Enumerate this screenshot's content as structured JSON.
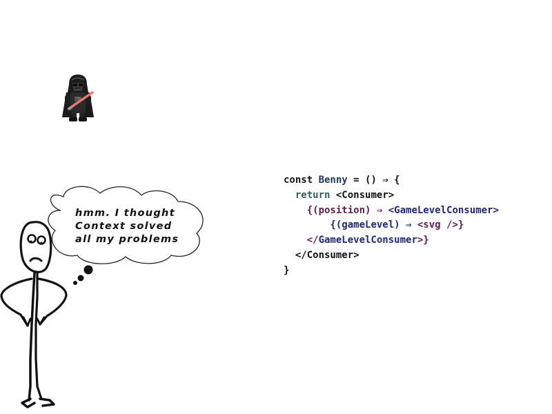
{
  "thought_bubble": {
    "lines": [
      "hmm. I thought",
      "Context solved",
      "all my problems"
    ]
  },
  "code": {
    "lines": [
      {
        "indent": "",
        "tokens": [
          {
            "text": "const ",
            "kind": "plain"
          },
          {
            "text": "Benny",
            "kind": "ident"
          },
          {
            "text": " = () ⇒ {",
            "kind": "plain"
          }
        ]
      },
      {
        "indent": "  ",
        "tokens": [
          {
            "text": "return",
            "kind": "keyword"
          },
          {
            "text": " <Consumer>",
            "kind": "plain"
          }
        ]
      },
      {
        "indent": "    ",
        "tokens": [
          {
            "text": "{(position) ⇒ ",
            "kind": "purple"
          },
          {
            "text": "<GameLevelConsumer>",
            "kind": "navy"
          }
        ]
      },
      {
        "indent": "        ",
        "tokens": [
          {
            "text": "{(gameLevel) ⇒ ",
            "kind": "navy"
          },
          {
            "text": "<svg />}",
            "kind": "purple"
          }
        ]
      },
      {
        "indent": "    ",
        "tokens": [
          {
            "text": "</",
            "kind": "purple"
          },
          {
            "text": "GameLevelConsumer",
            "kind": "navy"
          },
          {
            "text": ">}",
            "kind": "purple"
          }
        ]
      },
      {
        "indent": "  ",
        "tokens": [
          {
            "text": "</Consumer>",
            "kind": "plain"
          }
        ]
      },
      {
        "indent": "",
        "tokens": [
          {
            "text": "}",
            "kind": "plain"
          }
        ]
      }
    ]
  },
  "colors": {
    "ident": "#24365e",
    "keyword": "#2e5f5a",
    "purple": "#5e1f4f",
    "navy": "#21286e",
    "plain": "#111111",
    "lightsaber": "#e8766e"
  },
  "icons": {
    "character": "darth-vader-figure",
    "stick_figure": "stick-figure-person",
    "thought": "thought-bubble-cloud"
  }
}
